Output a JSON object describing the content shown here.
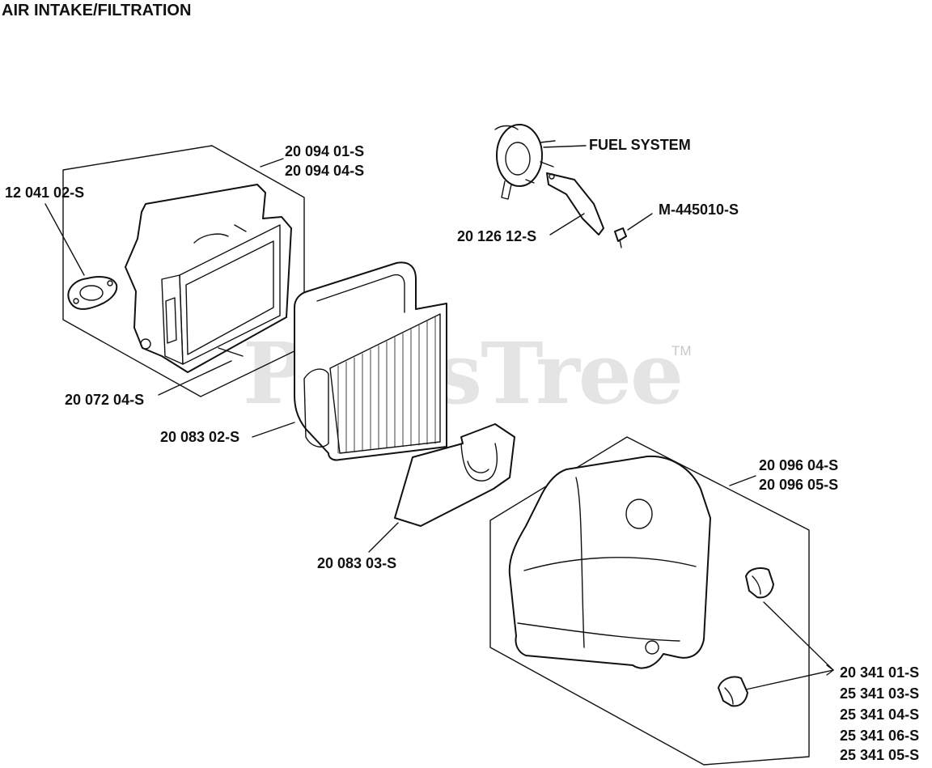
{
  "title": "AIR INTAKE/FILTRATION",
  "watermark": {
    "text": "PartsTree",
    "trademark": "TM"
  },
  "labels": {
    "air_filter_base": [
      "20 094 01-S",
      "20 094 04-S"
    ],
    "gasket": "12 041 02-S",
    "stud": "20 072 04-S",
    "paper_filter": "20 083 02-S",
    "pre_filter": "20 083 03-S",
    "fuel_system": "FUEL SYSTEM",
    "bracket": "20 126 12-S",
    "screw": "M-445010-S",
    "cover": [
      "20 096 04-S",
      "20 096 05-S"
    ],
    "knobs": [
      "20 341 01-S",
      "25 341 03-S",
      "25 341 04-S",
      "25 341 06-S",
      "25 341 05-S"
    ]
  }
}
